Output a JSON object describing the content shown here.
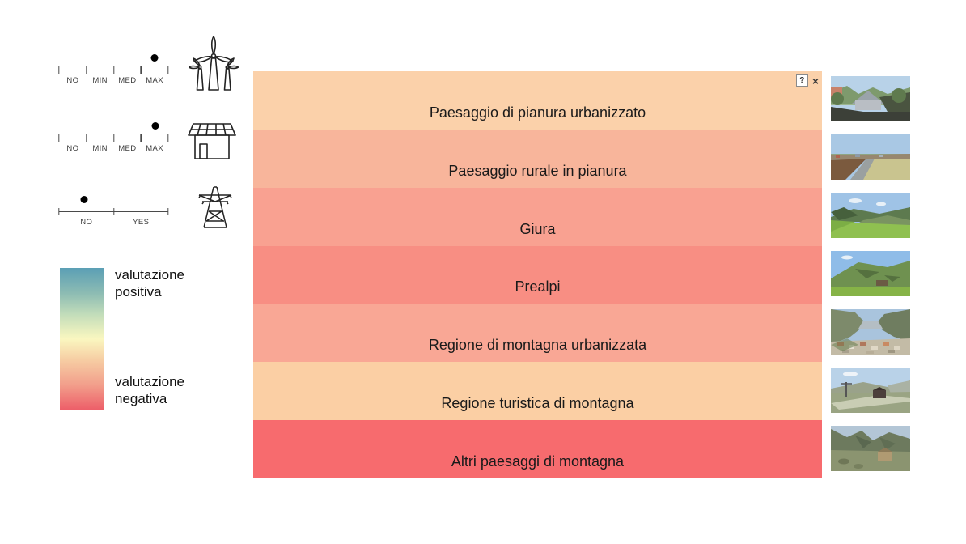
{
  "app": {
    "help_label": "?",
    "close_label": "×"
  },
  "controls": {
    "rows": [
      {
        "id": "wind",
        "icon": "wind-turbines-icon",
        "tick_labels": [
          "NO",
          "MIN",
          "MED",
          "MAX"
        ],
        "selected": "MAX"
      },
      {
        "id": "solar",
        "icon": "solar-panel-house-icon",
        "tick_labels": [
          "NO",
          "MIN",
          "MED",
          "MAX"
        ],
        "selected": "MAX"
      },
      {
        "id": "powerline",
        "icon": "power-pylon-icon",
        "tick_labels": [
          "NO",
          "YES"
        ],
        "selected": "NO"
      }
    ]
  },
  "legend": {
    "positive_label": "valutazione\npositiva",
    "positive_line1": "valutazione",
    "positive_line2": "positiva",
    "negative_line1": "valutazione",
    "negative_line2": "negativa",
    "gradient_top_color": "#5B9FB5",
    "gradient_mid_color": "#FAF7C0",
    "gradient_bottom_color": "#ED5F69"
  },
  "chart_data": {
    "type": "heatmap",
    "title": "",
    "categories": [
      "Paesaggio di pianura urbanizzato",
      "Paesaggio rurale in pianura",
      "Giura",
      "Prealpi",
      "Regione di montagna urbanizzata",
      "Regione turistica di montagna",
      "Altri paesaggi di montagna"
    ],
    "colors": [
      "#FBD1AA",
      "#F8B59B",
      "#F9A191",
      "#F88E83",
      "#F9A795",
      "#FBCFA4",
      "#F76B6E"
    ],
    "valuation_estimates": [
      -0.3,
      -0.5,
      -0.6,
      -0.7,
      -0.55,
      -0.3,
      -0.9
    ],
    "value_encoding": "color along legend gradient: teal = valutazione positiva, red = valutazione negativa",
    "value_range": [
      -1,
      1
    ],
    "legend_position": "left",
    "grid": false
  },
  "thumbnails": [
    {
      "name": "photo-urbanized-plain"
    },
    {
      "name": "photo-rural-plain"
    },
    {
      "name": "photo-jura"
    },
    {
      "name": "photo-prealps"
    },
    {
      "name": "photo-urbanized-mountain"
    },
    {
      "name": "photo-tourist-mountain"
    },
    {
      "name": "photo-other-mountain"
    }
  ]
}
